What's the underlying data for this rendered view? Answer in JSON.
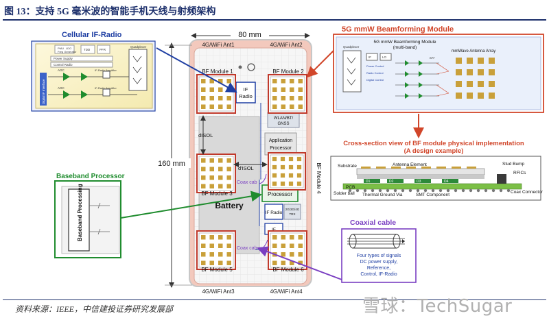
{
  "figure": {
    "title": "图 13：支持 5G 毫米波的智能手机天线与射频架构",
    "source": "资料来源：IEEE，中信建投证券研究发展部",
    "watermark": "雪球：TechSugar"
  },
  "phone": {
    "width_label": "80 mm",
    "height_label": "160 mm",
    "antennas": [
      "4G/WiFi Ant1",
      "4G/WiFi Ant2",
      "4G/WiFi Ant3",
      "4G/WiFi Ant4"
    ],
    "bf_modules": [
      "BF Module 1",
      "BF Module 2",
      "BF Module 3",
      "BF Module 4",
      "BF Module 5",
      "BF Module 6"
    ],
    "if_radio": [
      "IF",
      "Radio"
    ],
    "if_radio_2": "IF Radio",
    "if_radio_3": "IF",
    "wlan": [
      "WLAN/BT/",
      "GNSS"
    ],
    "app_processor": [
      "Application",
      "Processor"
    ],
    "bb_processor": "Processor",
    "battery": "Battery",
    "coax_cable_1": "Coax cab",
    "coax_cable_2": "Coax cab",
    "d_isol": "dISOL",
    "d_isol_2": "d'ISOL",
    "small_chip": [
      "2G/3G/4G",
      "TRX"
    ]
  },
  "cellular": {
    "title": "Cellular IF-Radio",
    "lines": [
      "PMU",
      "LDO",
      "Freq Generator",
      "TDD",
      "PFR",
      "Power Supply",
      "Control Radio",
      "AGC",
      "IF-Radio Amplifier",
      "Digital IF Interface",
      "Quadplexer"
    ]
  },
  "beamforming": {
    "title": "5G mmW Beamforming Module",
    "subtitle": [
      "5G mmW Beamforming Module",
      "(multi-band)"
    ],
    "array_label": "mmWave Antenna Array",
    "small_labels": [
      "Quadplexer",
      "IF",
      "LO",
      "Power Control",
      "Radio Control",
      "Digital Control",
      "BPF"
    ]
  },
  "cross_section": {
    "title": [
      "Cross-section view of BF module physical implementation",
      "(A design example)"
    ],
    "labels": [
      "Substrate",
      "Antenna Element",
      "Stud Bump",
      "RFICs",
      "PCB",
      "Solder ball",
      "Thermal Ground Via",
      "SMT Component",
      "Coax Connector",
      "D1",
      "D2",
      "D3",
      "D4"
    ]
  },
  "baseband": {
    "title": "Baseband Processor",
    "inner": "Baseband Processing"
  },
  "coaxial": {
    "title": "Coaxial cable",
    "desc": [
      "Four types of signals",
      "DC power supply,",
      "Reference,",
      "Control, IF-Radio"
    ]
  }
}
